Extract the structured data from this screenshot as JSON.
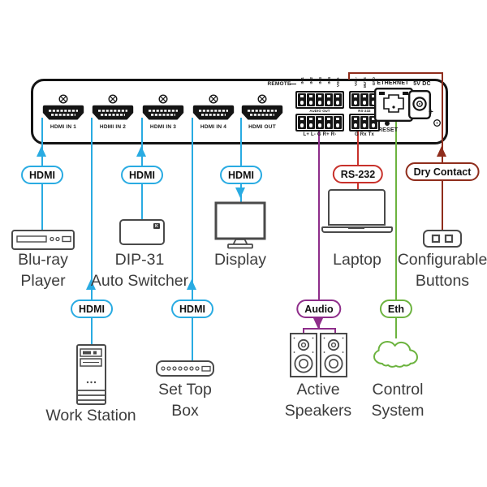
{
  "panel": {
    "remote_label": "REMOTE",
    "ports": [
      "HDMI IN 1",
      "HDMI IN 2",
      "HDMI IN 3",
      "HDMI IN 4",
      "HDMI OUT"
    ],
    "remote_pins": [
      "IN 1",
      "IN 2",
      "IN 3",
      "IN 4",
      "VOL+",
      "VOL-",
      "MUTE",
      "GND"
    ],
    "audio_block_label": "AUDIO OUT",
    "rs232_block_label": "RS-232",
    "audio_pins": "L+ L- G R+ R-",
    "rs232_pins": "G Rx Tx",
    "ethernet_label": "ETHERNET",
    "reset_label": "RESET",
    "power_label": "5V DC",
    "polarity_label": "+"
  },
  "cables": {
    "hdmi": {
      "label": "HDMI",
      "color": "#29ABE2"
    },
    "rs232": {
      "label": "RS-232",
      "color": "#C8312B"
    },
    "dry_contact": {
      "label": "Dry Contact",
      "color": "#8F2D1C"
    },
    "audio": {
      "label": "Audio",
      "color": "#8E2D8A"
    },
    "eth": {
      "label": "Eth",
      "color": "#6CB33F"
    }
  },
  "devices": {
    "bluray": {
      "line1": "Blu-ray",
      "line2": "Player"
    },
    "dip31": {
      "line1": "DIP-31",
      "line2": "Auto Switcher",
      "logo": "K"
    },
    "display": {
      "line1": "Display"
    },
    "laptop": {
      "line1": "Laptop"
    },
    "config_buttons": {
      "line1": "Configurable",
      "line2": "Buttons"
    },
    "workstation": {
      "line1": "Work Station"
    },
    "set_top_box": {
      "line1": "Set Top",
      "line2": "Box"
    },
    "speakers": {
      "line1": "Active",
      "line2": "Speakers"
    },
    "control_system": {
      "line1": "Control",
      "line2": "System"
    }
  }
}
